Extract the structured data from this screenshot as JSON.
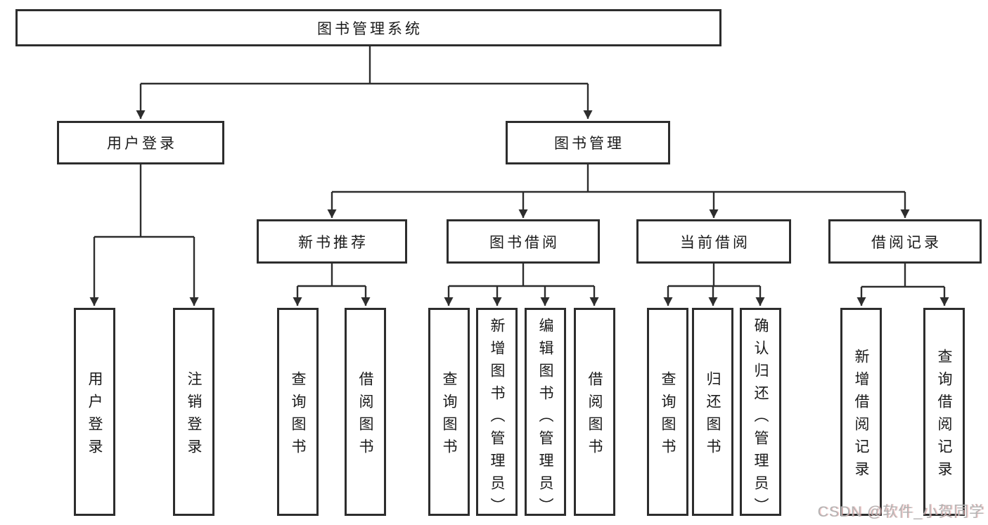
{
  "tree": {
    "root": {
      "label": "图书管理系统",
      "children": [
        {
          "label": "用户登录",
          "children": [
            {
              "label": "用户登录"
            },
            {
              "label": "注销登录"
            }
          ]
        },
        {
          "label": "图书管理",
          "children": [
            {
              "label": "新书推荐",
              "children": [
                {
                  "label": "查询图书"
                },
                {
                  "label": "借阅图书"
                }
              ]
            },
            {
              "label": "图书借阅",
              "children": [
                {
                  "label": "查询图书"
                },
                {
                  "label": "新增图书（管理员）"
                },
                {
                  "label": "编辑图书（管理员）"
                },
                {
                  "label": "借阅图书"
                }
              ]
            },
            {
              "label": "当前借阅",
              "children": [
                {
                  "label": "查询图书"
                },
                {
                  "label": "归还图书"
                },
                {
                  "label": "确认归还（管理员）"
                }
              ]
            },
            {
              "label": "借阅记录",
              "children": [
                {
                  "label": "新增借阅记录"
                },
                {
                  "label": "查询借阅记录"
                }
              ]
            }
          ]
        }
      ]
    }
  },
  "watermark": "CSDN @软件_小贺同学",
  "colors": {
    "line": "#2d2d2d",
    "box_border": "#2d2d2d",
    "text": "#1a1a1a",
    "background": "#ffffff",
    "watermark": "#b3b3b3"
  }
}
